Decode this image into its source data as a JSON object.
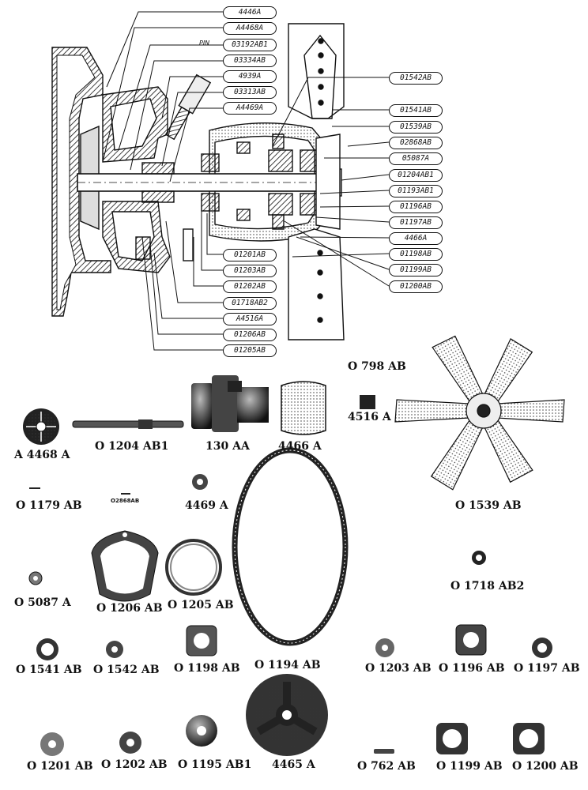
{
  "callouts_left": [
    "4446A",
    "A4468A",
    "03192AB1",
    "03334AB",
    "4939A",
    "03313AB",
    "A4469A"
  ],
  "callouts_right": [
    "01542AB",
    "01541AB",
    "01539AB",
    "02868AB",
    "05087A",
    "01204AB1",
    "01193AB1",
    "01196AB",
    "01197AB",
    "4466A",
    "01198AB",
    "01199AB",
    "01200AB"
  ],
  "callouts_bottom": [
    "01201AB",
    "01203AB",
    "01202AB",
    "01718AB2",
    "A4516A",
    "01206AB",
    "01205AB"
  ],
  "pin_label": "PIN",
  "parts": {
    "a4468a": "A 4468 A",
    "o1204ab1": "O 1204 AB1",
    "p130aa": "130 AA",
    "p4466a": "4466 A",
    "o798ab": "O 798 AB",
    "p4516a": "4516 A",
    "o1539ab": "O 1539 AB",
    "o1179ab": "O 1179 AB",
    "o2868ab": "O2868AB",
    "p4469a": "4469 A",
    "o5087a": "O 5087 A",
    "o1206ab": "O 1206 AB",
    "o1205ab": "O 1205 AB",
    "o1718ab2": "O 1718 AB2",
    "o1541ab": "O 1541 AB",
    "o1542ab": "O 1542 AB",
    "o1198ab": "O 1198 AB",
    "o1194ab": "O 1194 AB",
    "o1203ab": "O 1203 AB",
    "o1196ab": "O 1196 AB",
    "o1197ab": "O 1197 AB",
    "o1201ab": "O 1201 AB",
    "o1202ab": "O 1202 AB",
    "o1195ab1": "O 1195 AB1",
    "p4465a": "4465 A",
    "o762ab": "O 762 AB",
    "o1199ab": "O 1199 AB",
    "o1200ab": "O 1200 AB"
  }
}
